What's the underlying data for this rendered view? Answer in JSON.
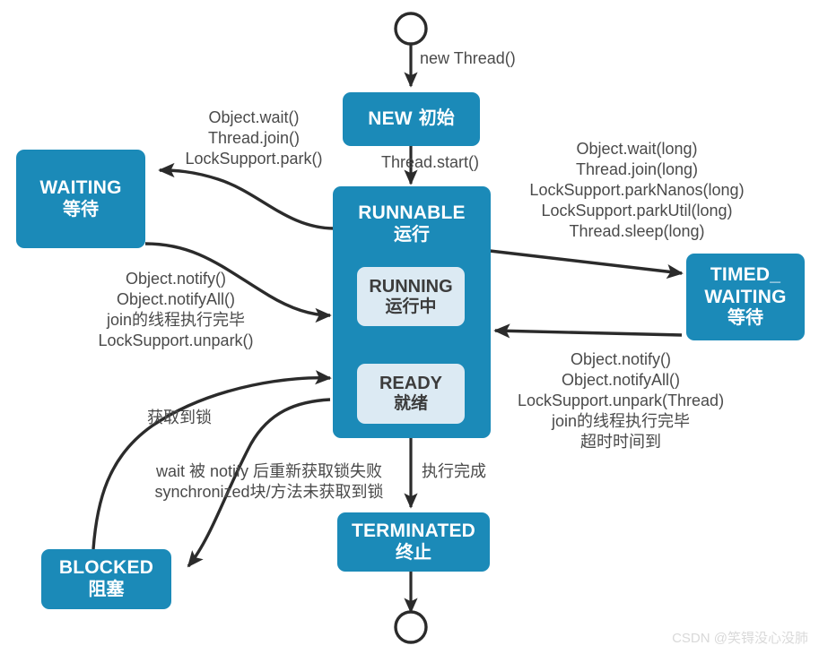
{
  "diagram": {
    "title": "Java Thread State Transition Diagram",
    "colors": {
      "node_fill": "#1b8ab8",
      "node_text": "#ffffff",
      "subnode_fill": "#dceaf3",
      "subnode_text": "#3c3c3c",
      "edge_stroke": "#2b2b2b",
      "inner_edge_stroke": "#f5ec4f",
      "label_text": "#4a4a4a",
      "background": "#ffffff"
    },
    "nodes": [
      {
        "id": "start",
        "shape": "circle",
        "en": "",
        "cn": ""
      },
      {
        "id": "new",
        "shape": "rounded",
        "en": "NEW",
        "cn": "初始"
      },
      {
        "id": "runnable",
        "shape": "rounded",
        "en": "RUNNABLE",
        "cn": "运行"
      },
      {
        "id": "running",
        "shape": "rounded",
        "en": "RUNNING",
        "cn": "运行中"
      },
      {
        "id": "ready",
        "shape": "rounded",
        "en": "READY",
        "cn": "就绪"
      },
      {
        "id": "waiting",
        "shape": "rounded",
        "en": "WAITING",
        "cn": "等待"
      },
      {
        "id": "timed",
        "shape": "rounded",
        "en": "TIMED_",
        "en2": "WAITING",
        "cn": "等待"
      },
      {
        "id": "blocked",
        "shape": "rounded",
        "en": "BLOCKED",
        "cn": "阻塞"
      },
      {
        "id": "terminated",
        "shape": "rounded",
        "en": "TERMINATED",
        "cn": "终止"
      },
      {
        "id": "end",
        "shape": "circle",
        "en": "",
        "cn": ""
      }
    ],
    "edge_labels": {
      "new_thread": "new Thread()",
      "thread_start": "Thread.start()",
      "to_waiting": "Object.wait()\nThread.join()\nLockSupport.park()",
      "from_waiting": "Object.notify()\nObject.notifyAll()\njoin的线程执行完毕\nLockSupport.unpark()",
      "to_timed": "Object.wait(long)\nThread.join(long)\nLockSupport.parkNanos(long)\nLockSupport.parkUtil(long)\nThread.sleep(long)",
      "from_timed": "Object.notify()\nObject.notifyAll()\nLockSupport.unpark(Thread)\njoin的线程执行完毕\n超时时间到",
      "got_lock": "获取到锁",
      "to_blocked": "wait 被 notify 后重新获取锁失败\nsynchronized块/方法未获取到锁",
      "finish": "执行完成"
    },
    "watermark": "CSDN @笑锝没心没肺"
  }
}
